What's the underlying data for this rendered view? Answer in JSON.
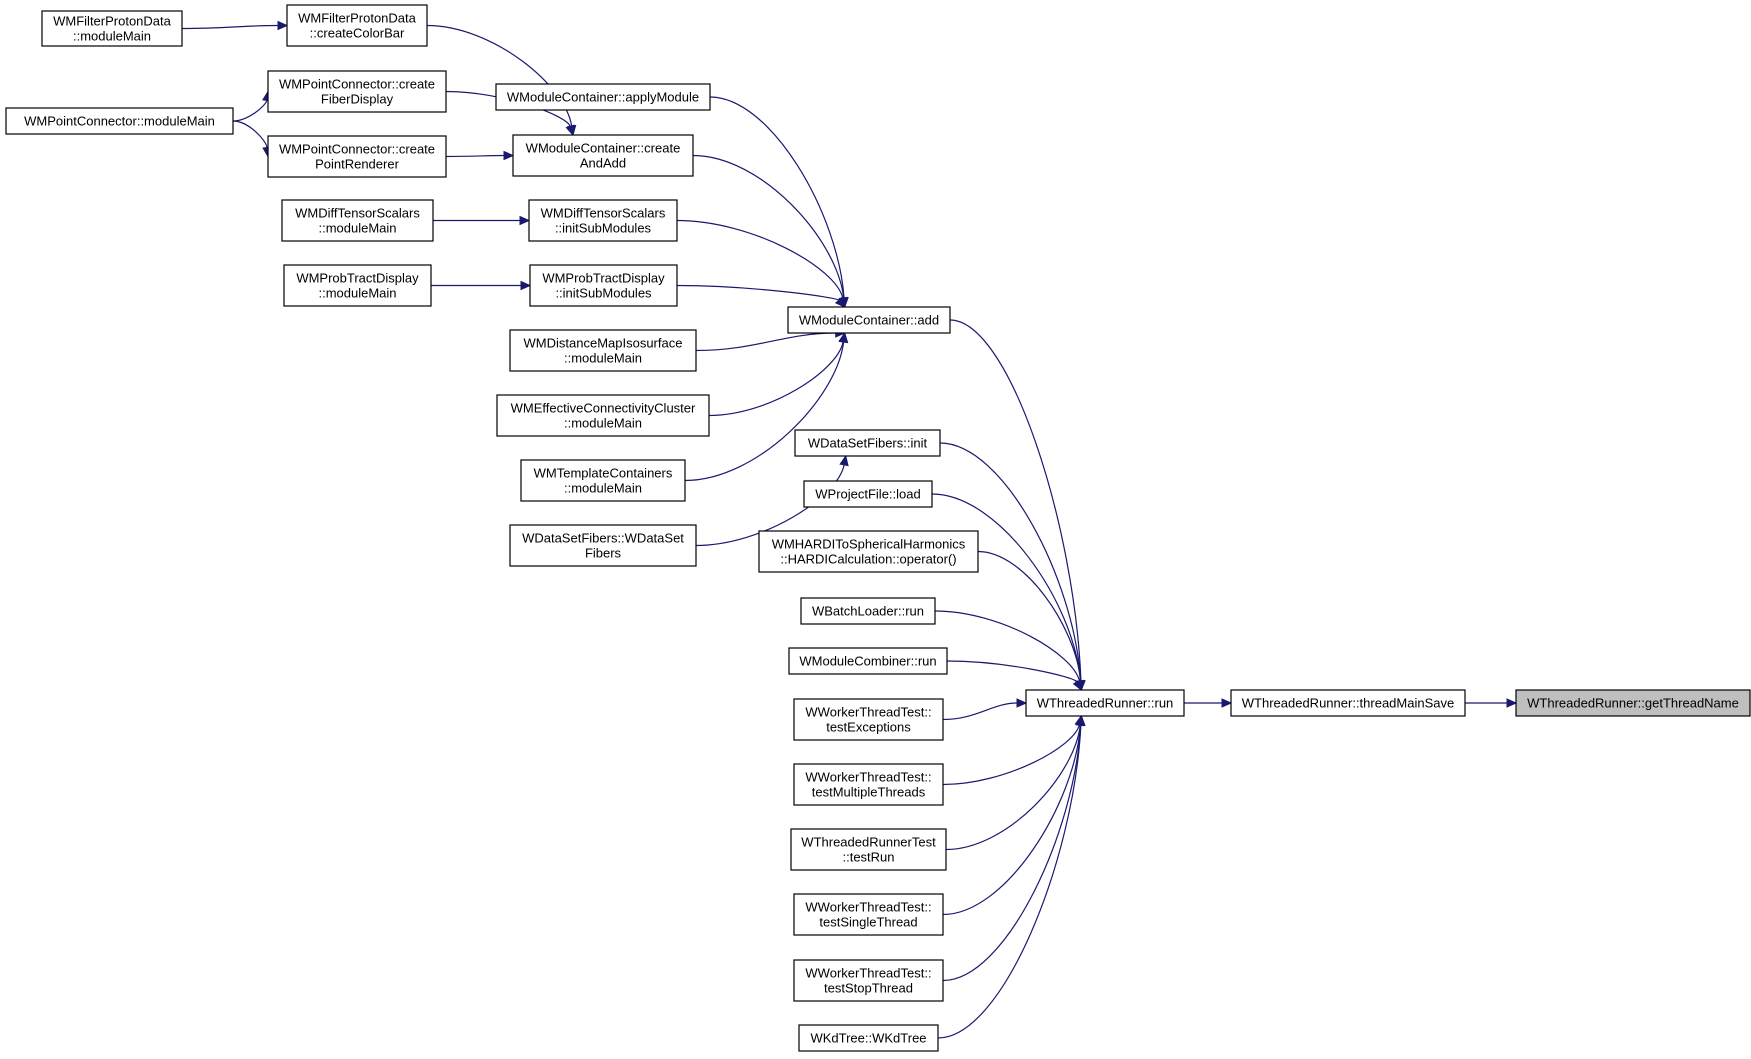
{
  "colors": {
    "edge": "#191970",
    "focus_fill": "#bfbfbf",
    "node_fill": "#ffffff",
    "node_border": "#000000"
  },
  "nodes": [
    {
      "id": "getThreadName",
      "lines": [
        "WThreadedRunner::getThreadName"
      ],
      "focus": true
    },
    {
      "id": "threadMainSave",
      "lines": [
        "WThreadedRunner::threadMainSave"
      ]
    },
    {
      "id": "runnerRun",
      "lines": [
        "WThreadedRunner::run"
      ]
    },
    {
      "id": "mcAdd",
      "lines": [
        "WModuleContainer::add"
      ]
    },
    {
      "id": "dsfInit",
      "lines": [
        "WDataSetFibers::init"
      ]
    },
    {
      "id": "pfLoad",
      "lines": [
        "WProjectFile::load"
      ]
    },
    {
      "id": "hardiOp",
      "lines": [
        "WMHARDIToSphericalHarmonics",
        "::HARDICalculation::operator()"
      ]
    },
    {
      "id": "blRun",
      "lines": [
        "WBatchLoader::run"
      ]
    },
    {
      "id": "mcombRun",
      "lines": [
        "WModuleCombiner::run"
      ]
    },
    {
      "id": "wttExceptions",
      "lines": [
        "WWorkerThreadTest::",
        "testExceptions"
      ]
    },
    {
      "id": "wttMultiple",
      "lines": [
        "WWorkerThreadTest::",
        "testMultipleThreads"
      ]
    },
    {
      "id": "wtrTestRun",
      "lines": [
        "WThreadedRunnerTest",
        "::testRun"
      ]
    },
    {
      "id": "wttSingle",
      "lines": [
        "WWorkerThreadTest::",
        "testSingleThread"
      ]
    },
    {
      "id": "wttStop",
      "lines": [
        "WWorkerThreadTest::",
        "testStopThread"
      ]
    },
    {
      "id": "kdTree",
      "lines": [
        "WKdTree::WKdTree"
      ]
    },
    {
      "id": "mcApply",
      "lines": [
        "WModuleContainer::applyModule"
      ]
    },
    {
      "id": "mcCreateAndAdd",
      "lines": [
        "WModuleContainer::create",
        "AndAdd"
      ]
    },
    {
      "id": "dtsInit",
      "lines": [
        "WMDiffTensorScalars",
        "::initSubModules"
      ]
    },
    {
      "id": "ptdInit",
      "lines": [
        "WMProbTractDisplay",
        "::initSubModules"
      ]
    },
    {
      "id": "dmiMain",
      "lines": [
        "WMDistanceMapIsosurface",
        "::moduleMain"
      ]
    },
    {
      "id": "eccMain",
      "lines": [
        "WMEffectiveConnectivityCluster",
        "::moduleMain"
      ]
    },
    {
      "id": "tcMain",
      "lines": [
        "WMTemplateContainers",
        "::moduleMain"
      ]
    },
    {
      "id": "dsfCtor",
      "lines": [
        "WDataSetFibers::WDataSet",
        "Fibers"
      ]
    },
    {
      "id": "fpdColorBar",
      "lines": [
        "WMFilterProtonData",
        "::createColorBar"
      ]
    },
    {
      "id": "fpdMain",
      "lines": [
        "WMFilterProtonData",
        "::moduleMain"
      ]
    },
    {
      "id": "pcFiber",
      "lines": [
        "WMPointConnector::create",
        "FiberDisplay"
      ]
    },
    {
      "id": "pcPoint",
      "lines": [
        "WMPointConnector::create",
        "PointRenderer"
      ]
    },
    {
      "id": "pcMain",
      "lines": [
        "WMPointConnector::moduleMain"
      ]
    },
    {
      "id": "dtsMain",
      "lines": [
        "WMDiffTensorScalars",
        "::moduleMain"
      ]
    },
    {
      "id": "ptdMain",
      "lines": [
        "WMProbTractDisplay",
        "::moduleMain"
      ]
    }
  ],
  "edges": [
    {
      "from": "threadMainSave",
      "to": "getThreadName"
    },
    {
      "from": "runnerRun",
      "to": "threadMainSave"
    },
    {
      "from": "mcAdd",
      "to": "runnerRun"
    },
    {
      "from": "dsfInit",
      "to": "runnerRun"
    },
    {
      "from": "pfLoad",
      "to": "runnerRun"
    },
    {
      "from": "hardiOp",
      "to": "runnerRun"
    },
    {
      "from": "blRun",
      "to": "runnerRun"
    },
    {
      "from": "mcombRun",
      "to": "runnerRun"
    },
    {
      "from": "wttExceptions",
      "to": "runnerRun"
    },
    {
      "from": "wttMultiple",
      "to": "runnerRun"
    },
    {
      "from": "wtrTestRun",
      "to": "runnerRun"
    },
    {
      "from": "wttSingle",
      "to": "runnerRun"
    },
    {
      "from": "wttStop",
      "to": "runnerRun"
    },
    {
      "from": "kdTree",
      "to": "runnerRun"
    },
    {
      "from": "mcApply",
      "to": "mcAdd"
    },
    {
      "from": "mcCreateAndAdd",
      "to": "mcAdd"
    },
    {
      "from": "dtsInit",
      "to": "mcAdd"
    },
    {
      "from": "ptdInit",
      "to": "mcAdd"
    },
    {
      "from": "dmiMain",
      "to": "mcAdd"
    },
    {
      "from": "eccMain",
      "to": "mcAdd"
    },
    {
      "from": "tcMain",
      "to": "mcAdd"
    },
    {
      "from": "dsfCtor",
      "to": "dsfInit"
    },
    {
      "from": "fpdColorBar",
      "to": "mcCreateAndAdd"
    },
    {
      "from": "pcFiber",
      "to": "mcCreateAndAdd"
    },
    {
      "from": "pcPoint",
      "to": "mcCreateAndAdd"
    },
    {
      "from": "fpdMain",
      "to": "fpdColorBar"
    },
    {
      "from": "pcMain",
      "to": "pcFiber"
    },
    {
      "from": "pcMain",
      "to": "pcPoint"
    },
    {
      "from": "dtsMain",
      "to": "dtsInit"
    },
    {
      "from": "ptdMain",
      "to": "ptdInit"
    }
  ]
}
